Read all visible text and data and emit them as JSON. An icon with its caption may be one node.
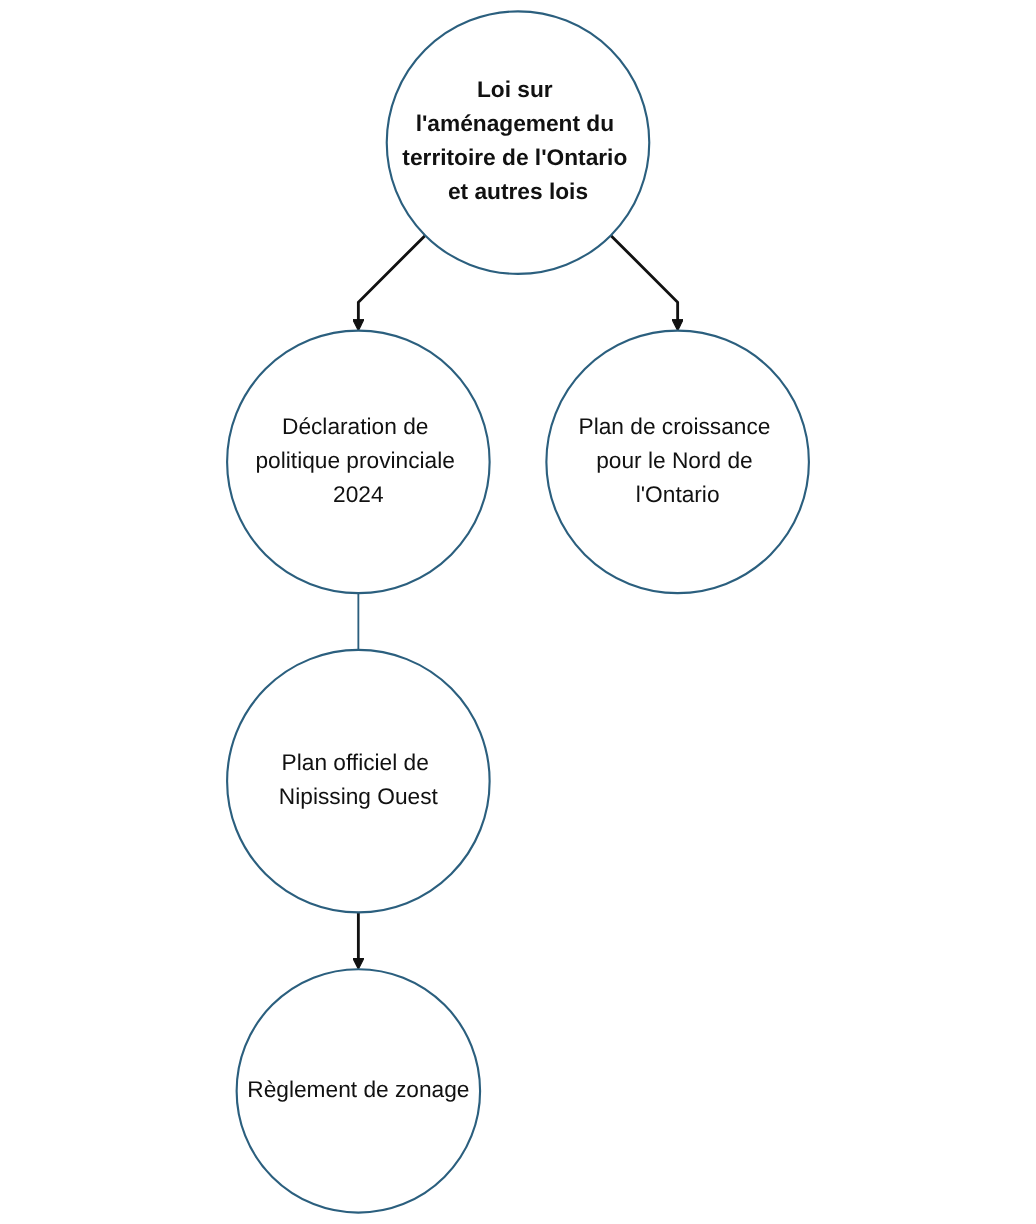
{
  "diagram": {
    "nodes": [
      {
        "text": [
          "Loi sur l'aménagement du territoire de l'Ontario et autres lois"
        ]
      },
      {
        "text": [
          "Déclaration de politique provinciale 2024"
        ]
      },
      {
        "text": [
          "Plan de croissance pour le Nord de l'Ontario"
        ]
      },
      {
        "text": [
          "Plan officiel de Nipissing Ouest"
        ]
      },
      {
        "text": [
          "Règlement de zonage"
        ]
      }
    ],
    "edges": [
      {
        "from": 0,
        "to": 1,
        "arrow": "to"
      },
      {
        "from": 0,
        "to": 2,
        "arrow": "to"
      },
      {
        "from": 1,
        "to": 3,
        "arrow": "none",
        "color": "#2b5f7e"
      },
      {
        "from": 3,
        "to": 4,
        "arrow": "to"
      }
    ]
  }
}
